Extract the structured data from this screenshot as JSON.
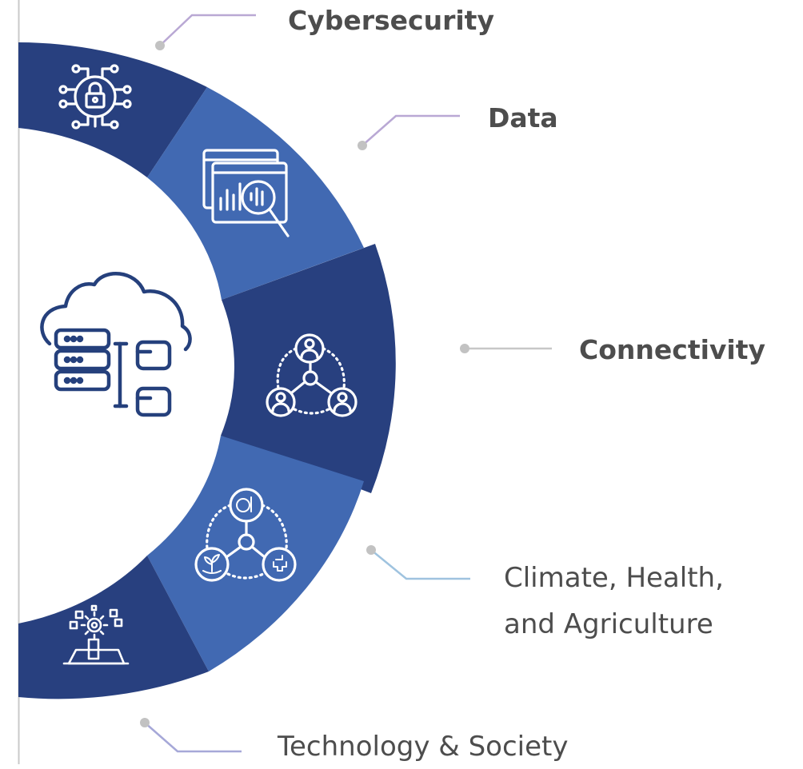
{
  "diagram": {
    "center_icon": "cloud-server-folders-icon",
    "colors": {
      "dark": "#28407f",
      "medium": "#4169b2",
      "icon_outline": "#25407c",
      "connector": "#a7a7a7"
    },
    "segments": [
      {
        "label": "Cybersecurity",
        "icon": "circuit-lock-icon",
        "shade": "dark"
      },
      {
        "label": "Data",
        "icon": "analytics-magnifier-icon",
        "shade": "medium"
      },
      {
        "label": "Connectivity",
        "icon": "people-network-icon",
        "shade": "dark"
      },
      {
        "label_lines": [
          "Climate, Health,",
          "and Agriculture"
        ],
        "icon": "climate-health-agriculture-network-icon",
        "shade": "medium"
      },
      {
        "label": "Technology & Society",
        "icon": "tech-society-gear-icon",
        "shade": "dark"
      }
    ]
  }
}
